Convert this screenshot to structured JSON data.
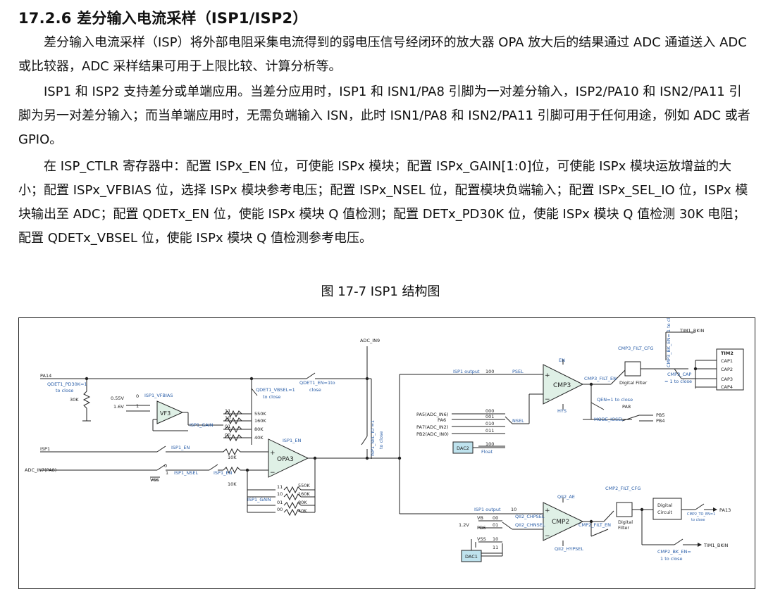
{
  "doc": {
    "heading": "17.2.6 差分输入电流采样（ISP1/ISP2）",
    "paragraphs": [
      "差分输入电流采样（ISP）将外部电阻采集电流得到的弱电压信号经闭环的放大器 OPA 放大后的结果通过 ADC 通道送入 ADC 或比较器，ADC 采样结果可用于上限比较、计算分析等。",
      "ISP1 和 ISP2 支持差分或单端应用。当差分应用时，ISP1 和 ISN1/PA8 引脚为一对差分输入，ISP2/PA10 和 ISN2/PA11 引脚为另一对差分输入；而当单端应用时，无需负端输入 ISN，此时 ISN1/PA8 和 ISN2/PA11 引脚可用于任何用途，例如 ADC 或者 GPIO。",
      "在 ISP_CTLR 寄存器中：配置 ISPx_EN 位，可使能 ISPx 模块；配置 ISPx_GAIN[1:0]位，可使能 ISPx 模块运放增益的大小；配置 ISPx_VFBIAS 位，选择 ISPx 模块参考电压；配置 ISPx_NSEL 位，配置模块负端输入；配置 ISPx_SEL_IO 位，ISPx 模块输出至 ADC；配置 QDETx_EN 位，使能 ISPx 模块 Q 值检测；配置 DETx_PD30K 位，使能 ISPx 模块 Q 值检测 30K 电阻；配置 QDETx_VBSEL 位，使能 ISPx 模块 Q 值检测参考电压。"
    ],
    "caption": "图 17-7 ISP1 结构图"
  },
  "figure": {
    "left": {
      "pa14": "PA14",
      "qdet_pd30k": "QDET1_PD30K=1",
      "to_close": "to close",
      "r30k": "30K",
      "v055": "0.55V",
      "v16": "1.6V",
      "b0": "0",
      "b1": "1",
      "isp1_vfbias": "ISP1_VFBIAS",
      "vf3": "VF3",
      "isp1_gain": "ISP1_GAIN",
      "qdet_vbsel": "QDET1_VBSEL=1",
      "qdet_en": "QDET1_EN=1to",
      "close": "close",
      "adc_in9": "ADC_IN9",
      "g11": "11",
      "g10": "10",
      "g01": "01",
      "g00": "00",
      "r550k": "550K",
      "r160k": "160K",
      "r80k": "80K",
      "r40k": "40K",
      "isp1_en": "ISP1_EN",
      "isp1": "ISP1",
      "r10k": "10K",
      "adc_in7": "ADC_IN7(PA8)",
      "vss": "VSS",
      "isp1_nsel": "ISP1_NSEL",
      "opa3": "OPA3",
      "plus": "+",
      "minus": "−",
      "isp1_sel_io": "ISP1_SEL_IO =1",
      "sel_to_close": "to close"
    },
    "cmp3": {
      "isp1_output": "ISP1 output",
      "code100": "100",
      "psel": "PSEL",
      "en": "EN",
      "name": "CMP3",
      "hys": "HYS",
      "pa5": "PA5(ADC_IN6)",
      "pa6": "PA6",
      "pa7": "PA7(ADC_IN2)",
      "pb2": "PB2(ADC_IN0)",
      "c000": "000",
      "c001": "001",
      "c010": "010",
      "c011": "011",
      "c100": "100",
      "nsel": "NSEL",
      "dac2": "DAC2",
      "float": "Float",
      "filt_cfg": "CMP3_FILT_CFG",
      "filt_en": "CMP3_FILT_EN",
      "digital_filter": "Digital Filter",
      "qen": "QEN=1 to close",
      "pa8": "PA8",
      "mode_iosel": "MODE_IOSEL",
      "pb5": "PB5",
      "pb4": "PB4",
      "tim1_bkin": "TIM1_BKIN",
      "bk_en": "CMP3_BK_EN= 1 to close",
      "cap": "CMP3_CAP",
      "cap_close": "= 1 to close",
      "tim2": "TIM2",
      "cap1": "CAP1",
      "cap2": "CAP2",
      "cap3": "CAP3",
      "cap4": "CAP4"
    },
    "cmp2": {
      "isp1_output": "ISP1 output",
      "code10": "10",
      "ae": "QII2_AE",
      "chpsel": "QII2_CHPSEL",
      "chnsel": "QII2_CHNSEL",
      "hypsel": "QII2_HYPSEL",
      "name": "CMP2",
      "v12": "1.2V",
      "vb": "VB",
      "pb6": "PB6",
      "vss": "VSS",
      "c00": "00",
      "c01": "01",
      "c10": "10",
      "c11": "11",
      "dac1": "DAC1",
      "filt_cfg": "CMP2_FILT_CFG",
      "filt_en": "CMP2_FILT_EN",
      "digital_filter_1": "Digital",
      "digital_filter_2": "Filter",
      "digital_circuit_1": "Digital",
      "digital_circuit_2": "Circuit",
      "pa13": "PA13",
      "to_en": "CMP2_TO_EN=1",
      "to_en_close": "to close",
      "tim1_bkin": "TIM1_BKIN",
      "bk_en": "CMP2_BK_EN=",
      "bk_close": "1 to close"
    }
  }
}
